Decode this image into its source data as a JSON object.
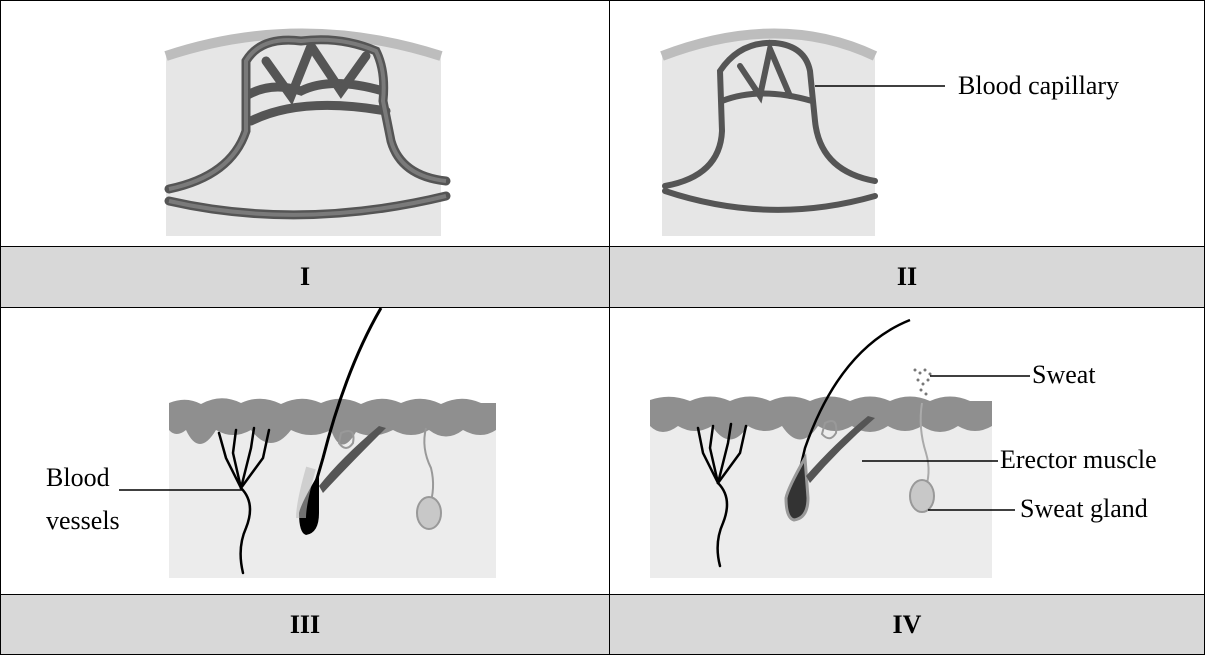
{
  "panels": [
    {
      "label": "I"
    },
    {
      "label": "II",
      "annotation": "Blood capillary"
    },
    {
      "label": "III",
      "annotation_line1": "Blood",
      "annotation_line2": "vessels"
    },
    {
      "label": "IV",
      "annotations": [
        "Sweat",
        "Erector muscle",
        "Sweat gland"
      ]
    }
  ],
  "colors": {
    "skin_dark": "#8f8f8f",
    "skin_light": "#ececec",
    "header_bar": "#d8d8d8",
    "vessel": "#555555"
  }
}
